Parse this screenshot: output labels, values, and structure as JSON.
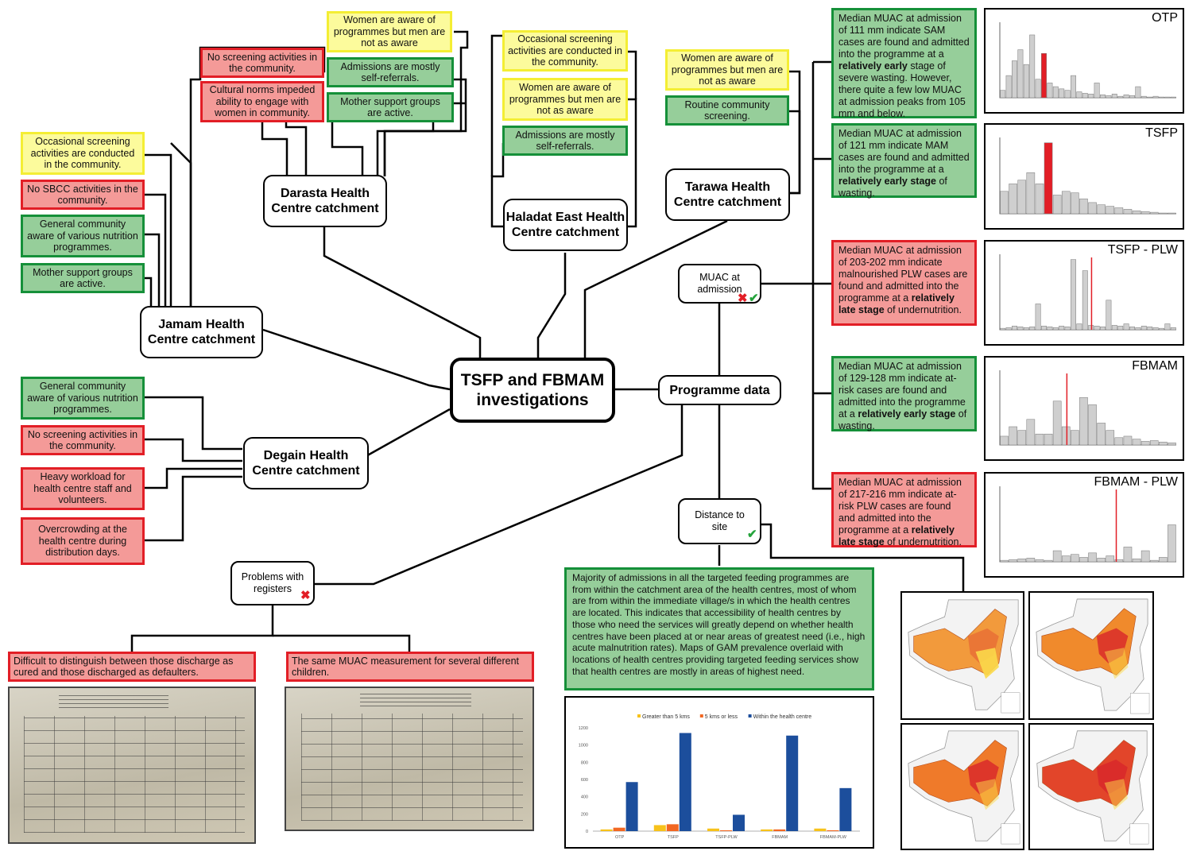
{
  "central": {
    "title": "TSFP and FBMAM investigations"
  },
  "catchments": {
    "darasta": {
      "title": "Darasta Health Centre catchment",
      "items": [
        {
          "text": "No screening activities in the community.",
          "status": "red"
        },
        {
          "text": "Cultural norms impeded ability to engage with women in community.",
          "status": "red"
        },
        {
          "text": "Women are aware of programmes but men are not as aware",
          "status": "yellow"
        },
        {
          "text": "Admissions are mostly self-referrals.",
          "status": "green"
        },
        {
          "text": "Mother support groups are active.",
          "status": "green"
        }
      ]
    },
    "haladat": {
      "title": "Haladat East Health Centre catchment",
      "items": [
        {
          "text": "Occasional screening activities are conducted in the community.",
          "status": "yellow"
        },
        {
          "text": "Women are aware of programmes but men are not as aware",
          "status": "yellow"
        },
        {
          "text": "Admissions are mostly self-referrals.",
          "status": "green"
        }
      ]
    },
    "tarawa": {
      "title": "Tarawa Health Centre catchment",
      "items": [
        {
          "text": "Women are aware of programmes but men are not as aware",
          "status": "yellow"
        },
        {
          "text": "Routine community screening.",
          "status": "green"
        }
      ]
    },
    "jamam": {
      "title": "Jamam Health Centre catchment",
      "items": [
        {
          "text": "Occasional screening activities are conducted in the community.",
          "status": "yellow"
        },
        {
          "text": "No SBCC activities in the community.",
          "status": "red"
        },
        {
          "text": "General community aware of various nutrition programmes.",
          "status": "green"
        },
        {
          "text": "Mother support groups are active.",
          "status": "green"
        }
      ]
    },
    "degain": {
      "title": "Degain Health Centre catchment",
      "items": [
        {
          "text": "General community aware of various nutrition programmes.",
          "status": "green"
        },
        {
          "text": "No screening activities in the community.",
          "status": "red"
        },
        {
          "text": "Heavy workload for health centre staff and volunteers.",
          "status": "red"
        },
        {
          "text": "Overcrowding at the health centre during distribution days.",
          "status": "red"
        }
      ]
    }
  },
  "programme": {
    "title": "Programme data",
    "muac": {
      "title": "MUAC at admission",
      "marks": [
        "✖",
        "✔"
      ]
    },
    "distance": {
      "title": "Distance to site",
      "mark": "✔"
    },
    "registers": {
      "title": "Problems with registers",
      "mark": "✖",
      "issues": [
        "Difficult to distinguish between those discharge as cured and those discharged as defaulters.",
        "The same MUAC measurement for several different children."
      ]
    }
  },
  "muac_findings": [
    {
      "label": "OTP",
      "status": "green",
      "parts": [
        [
          "Median MUAC at admission of 111 mm indicate SAM cases are found and admitted into the programme at a ",
          false
        ],
        [
          "relatively early",
          true
        ],
        [
          " stage of severe wasting. However, there quite a few low MUAC at admission peaks from 105 mm and below.",
          false
        ]
      ]
    },
    {
      "label": "TSFP",
      "status": "green",
      "parts": [
        [
          "Median MUAC at admission of 121 mm indicate MAM cases are found and admitted into the programme at a ",
          false
        ],
        [
          "relatively early stage",
          true
        ],
        [
          " of wasting.",
          false
        ]
      ]
    },
    {
      "label": "TSFP - PLW",
      "status": "red",
      "parts": [
        [
          "Median MUAC at admission of 203-202 mm indicate malnourished PLW cases are found and admitted into the programme at a ",
          false
        ],
        [
          "relatively late stage",
          true
        ],
        [
          " of undernutrition.",
          false
        ]
      ]
    },
    {
      "label": "FBMAM",
      "status": "green",
      "parts": [
        [
          "Median MUAC at admission of 129-128 mm indicate at-risk cases are found and admitted into the programme at a ",
          false
        ],
        [
          "relatively early stage",
          true
        ],
        [
          " of wasting.",
          false
        ]
      ]
    },
    {
      "label": "FBMAM - PLW",
      "status": "red",
      "parts": [
        [
          "Median MUAC at admission of 217-216 mm indicate at-risk PLW cases are found and admitted into the programme at a ",
          false
        ],
        [
          "relatively late stage",
          true
        ],
        [
          " of undernutrition.",
          false
        ]
      ]
    }
  ],
  "distance_text": "Majority of admissions in all the targeted feeding programmes are from within the catchment area of the health centres, most of whom are from within the immediate village/s in which the health centres are located. This indicates that accessibility of health centres by those who need the services will greatly depend on whether health centres have been placed at or near areas of greatest need (i.e., high acute malnutrition rates). Maps of GAM prevalence overlaid with locations of health centres providing targeted feeding services show that health centres are mostly in areas of highest need.",
  "colors": {
    "green": "#96ce9a",
    "green_border": "#159039",
    "red": "#f49a98",
    "red_border": "#e21e26",
    "yellow": "#fcfb9c",
    "yellow_border": "#f4ee34",
    "bar_orange": "#f26722",
    "bar_yellow": "#f7c21b",
    "bar_blue": "#1c4e9c"
  },
  "chart_data": {
    "type": "bar",
    "title": "",
    "categories": [
      "OTP",
      "TSFP",
      "TSFP-PLW",
      "FBMAM",
      "FBMAM-PLW"
    ],
    "series": [
      {
        "name": "Greater than 5 kms",
        "values": [
          20,
          70,
          30,
          20,
          30
        ]
      },
      {
        "name": "5 kms or less",
        "values": [
          40,
          80,
          10,
          20,
          10
        ]
      },
      {
        "name": "Within the health centre",
        "values": [
          570,
          1140,
          190,
          1110,
          500
        ]
      }
    ],
    "ylim": [
      0,
      1200
    ],
    "yticks": [
      0,
      200,
      400,
      600,
      800,
      1000,
      1200
    ],
    "legend": "top"
  }
}
